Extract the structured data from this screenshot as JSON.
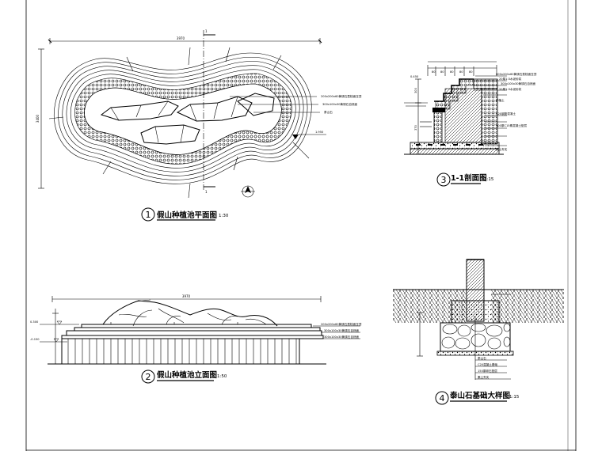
{
  "drawings": [
    {
      "number": "1",
      "title": "假山种植池平面图",
      "scale": "1:30"
    },
    {
      "number": "2",
      "title": "假山种植池立面图",
      "scale": "1:50"
    },
    {
      "number": "3",
      "title": "1-1剖面图",
      "scale": "1:15"
    },
    {
      "number": "4",
      "title": "泰山石基础大样图",
      "scale": "1:15"
    }
  ],
  "plan": {
    "section_mark_top": "1",
    "section_mark_bottom": "1",
    "overall_width": "3970",
    "overall_height": "3400",
    "level": "1.950",
    "notes": [
      "200x200x60黄锈石荔枝面压顶",
      "300x100x30黄锈石自然面",
      "泰山石"
    ]
  },
  "elevation": {
    "overall_width": "3970",
    "level_left": "0.300",
    "level_mid": "-0.150",
    "notes": [
      "200x200x60黄锈石荔枝面压顶",
      "300x100x30黄锈石自然面",
      "300x100x30黄锈石自然面"
    ]
  },
  "section": {
    "top_dims": [
      "80",
      "80",
      "80",
      "80",
      "80"
    ],
    "left_levels": [
      "0.450",
      "300",
      "370"
    ],
    "notes": [
      "600x200x60黄锈石荔枝面压顶",
      "20厚1:3水泥砂浆",
      "300x100x30黄锈石自然面",
      "20厚1:3水泥砂浆",
      "种植土",
      "C20钢筋混凝土",
      "100厚C15素混凝土垫层",
      "素土夯实"
    ]
  },
  "foundation": {
    "notes": [
      "泰山石",
      "C20混凝土基础",
      "150厚碎石垫层",
      "素土夯实"
    ]
  }
}
